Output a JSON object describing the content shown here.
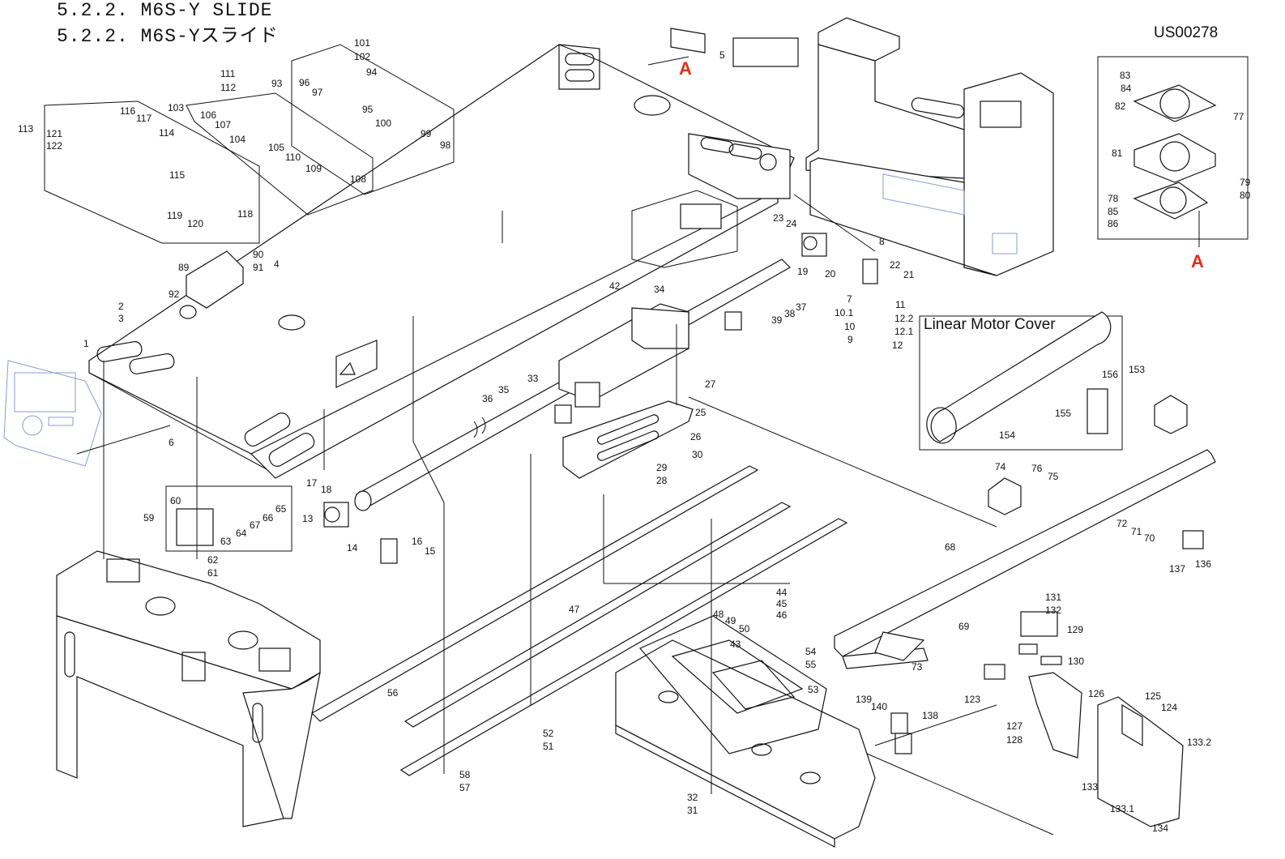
{
  "header": {
    "title_en": "5.2.2. M6S-Y SLIDE",
    "title_jp": "5.2.2. M6S-Yスライド",
    "doc_id": "US00278"
  },
  "panels": {
    "linear_motor_cover": "Linear Motor Cover"
  },
  "markers": [
    "A",
    "A"
  ],
  "part_labels": [
    "1",
    "2",
    "3",
    "4",
    "5",
    "6",
    "7",
    "8",
    "9",
    "10",
    "10.1",
    "11",
    "12",
    "12.1",
    "12.2",
    "13",
    "14",
    "15",
    "16",
    "17",
    "18",
    "19",
    "20",
    "21",
    "22",
    "23",
    "24",
    "25",
    "26",
    "27",
    "28",
    "29",
    "30",
    "31",
    "32",
    "33",
    "34",
    "35",
    "36",
    "37",
    "38",
    "39",
    "42",
    "43",
    "44",
    "45",
    "46",
    "47",
    "48",
    "49",
    "50",
    "51",
    "52",
    "53",
    "54",
    "55",
    "56",
    "57",
    "58",
    "59",
    "60",
    "61",
    "62",
    "63",
    "64",
    "65",
    "66",
    "67",
    "68",
    "69",
    "70",
    "71",
    "72",
    "73",
    "74",
    "75",
    "76",
    "77",
    "78",
    "79",
    "80",
    "81",
    "82",
    "83",
    "84",
    "85",
    "86",
    "89",
    "90",
    "91",
    "92",
    "93",
    "94",
    "95",
    "96",
    "97",
    "98",
    "99",
    "100",
    "101",
    "102",
    "103",
    "104",
    "105",
    "106",
    "107",
    "108",
    "109",
    "110",
    "111",
    "112",
    "113",
    "114",
    "115",
    "116",
    "117",
    "118",
    "119",
    "120",
    "121",
    "122",
    "123",
    "124",
    "125",
    "126",
    "127",
    "128",
    "129",
    "130",
    "131",
    "132",
    "133",
    "133.1",
    "133.2",
    "134",
    "136",
    "137",
    "138",
    "139",
    "140",
    "153",
    "154",
    "155",
    "156"
  ]
}
